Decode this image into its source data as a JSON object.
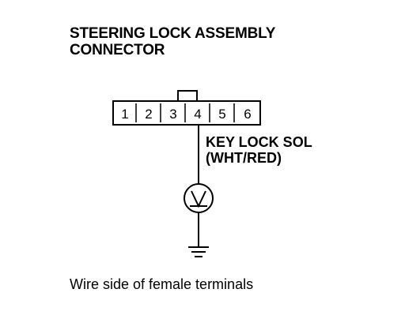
{
  "title": {
    "line1": "STEERING LOCK ASSEMBLY",
    "line2": "CONNECTOR"
  },
  "connector": {
    "pins": [
      "1",
      "2",
      "3",
      "4",
      "5",
      "6"
    ],
    "tested_pin": "4"
  },
  "wire": {
    "line1": "KEY LOCK SOL",
    "line2": "(WHT/RED)"
  },
  "meter": {
    "symbol": "V"
  },
  "caption": "Wire side of female terminals"
}
